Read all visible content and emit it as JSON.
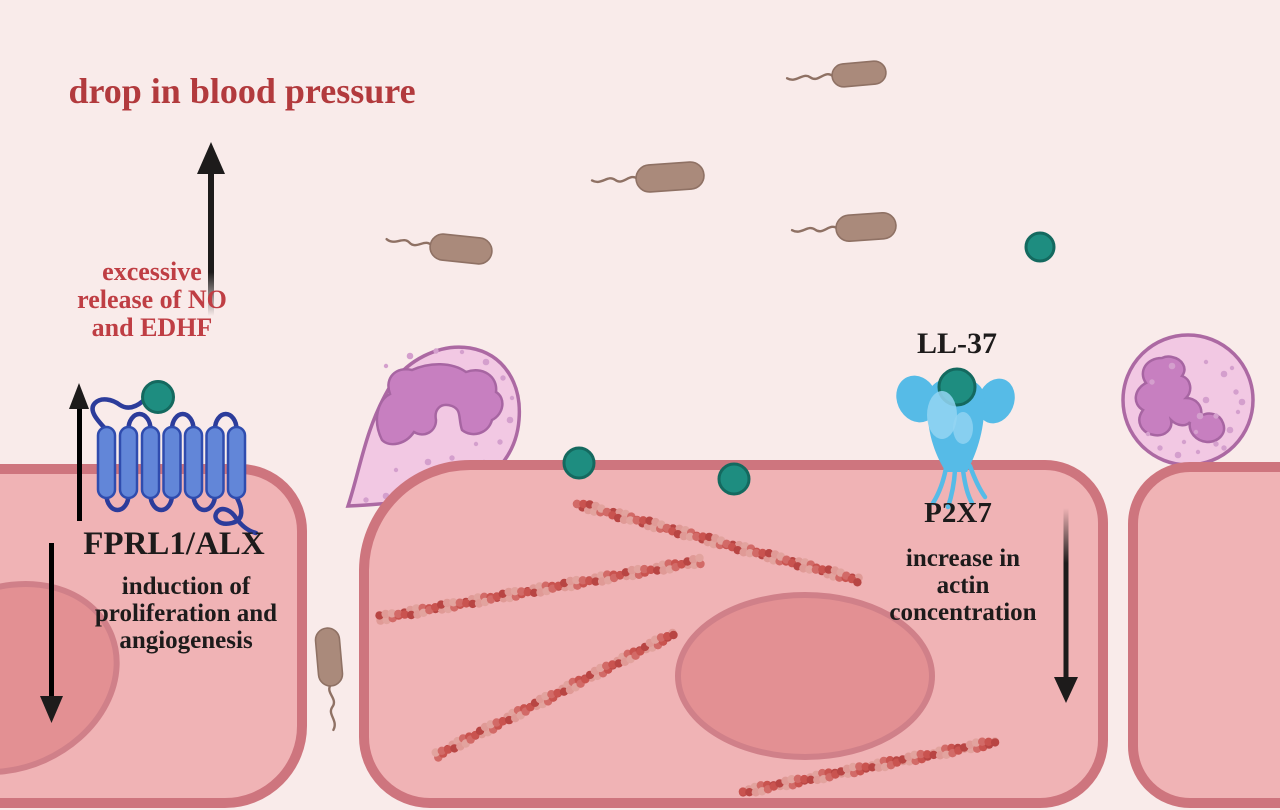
{
  "diagram": {
    "title": "drop in blood pressure",
    "left_pathway": {
      "mediators": [
        "excessive",
        "release of NO",
        "and EDHF"
      ],
      "receptor": "FPRL1/ALX",
      "effect": [
        "induction of",
        "proliferation and",
        "angiogenesis"
      ]
    },
    "right_pathway": {
      "ligand": "LL-37",
      "receptor": "P2X7",
      "effect": [
        "increase in",
        "actin",
        "concentration"
      ]
    },
    "colors": {
      "background": "#f9ebea",
      "title_red": "#b23a3d",
      "mediator_red": "#bf3e44",
      "ink": "#1d1b1b",
      "cell_fill": "#f0b3b5",
      "cell_membrane": "#ce757e",
      "nucleus_fill": "#e39093",
      "nucleus_stroke": "#d08089",
      "neutrophil_fill": "#f2c8e3",
      "neutrophil_stroke": "#ac69a3",
      "neutrophil_nucleus": "#c77fc0",
      "neutrophil_nucleus_stroke": "#a765a2",
      "speckle": "#d49fcd",
      "ligand_teal": "#1e8d80",
      "ligand_teal_dark": "#14695f",
      "receptor_blue": "#6286d8",
      "receptor_blue_dark": "#2f4cae",
      "receptor_loop": "#2c3c9b",
      "p2x7_blue": "#56bbe7",
      "p2x7_light": "#93d5f2",
      "bacterium": "#aa8a7b",
      "bacterium_dark": "#8f7164",
      "actin_palette": [
        "#c9534f",
        "#e09a96",
        "#d26a67",
        "#b84543",
        "#e2a39e"
      ]
    }
  }
}
